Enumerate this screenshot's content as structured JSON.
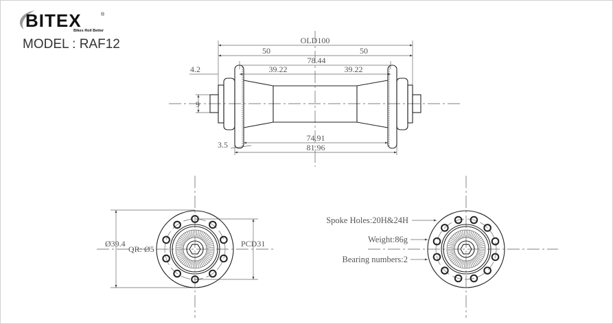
{
  "brand": {
    "logo_text": "BITEX",
    "registered": "®",
    "slogan": "Bikes Roll Better"
  },
  "model": "MODEL : RAF12",
  "side_view": {
    "old": "OLD100",
    "half_left": "50",
    "half_right": "50",
    "flange_span": "78.44",
    "flange_half_left": "39.22",
    "flange_half_right": "39.22",
    "endcap": "4.2",
    "axle": "9",
    "flange_thick": "3.5",
    "inner_width": "74.91",
    "outer_width": "81.96"
  },
  "front_left": {
    "flange_dia": "Ø39.4",
    "qr": "QR: Ø5",
    "pcd": "PCD31",
    "holes_per_flange": 10
  },
  "front_right": {
    "spoke_holes": "Spoke Holes:20H&24H",
    "weight": "Weight:86g",
    "bearings": "Bearing numbers:2",
    "holes_per_flange": 12
  },
  "colors": {
    "line": "#222222",
    "text": "#555555"
  }
}
